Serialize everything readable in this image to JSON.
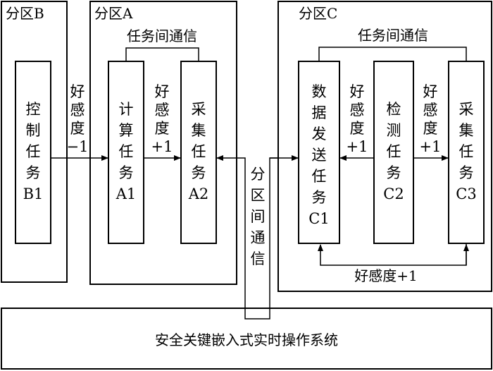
{
  "partitions": {
    "b": {
      "title": "分区B"
    },
    "a": {
      "title": "分区A"
    },
    "c": {
      "title": "分区C"
    }
  },
  "tasks": {
    "b1": {
      "lines": [
        "控",
        "制",
        "任",
        "务",
        "B1"
      ]
    },
    "a1": {
      "lines": [
        "计",
        "算",
        "任",
        "务",
        "A1"
      ]
    },
    "a2": {
      "lines": [
        "采",
        "集",
        "任",
        "务",
        "A2"
      ]
    },
    "c1": {
      "lines": [
        "数",
        "据",
        "发",
        "送",
        "任",
        "务",
        "C1"
      ]
    },
    "c2": {
      "lines": [
        "检",
        "测",
        "任",
        "务",
        "C2"
      ]
    },
    "c3": {
      "lines": [
        "采",
        "集",
        "任",
        "务",
        "C3"
      ]
    }
  },
  "edges": {
    "b1_a1": [
      "好",
      "感",
      "度",
      "−1"
    ],
    "a1_a2": [
      "好",
      "感",
      "度",
      "+1"
    ],
    "c2_c1": [
      "好",
      "感",
      "度",
      "+1"
    ],
    "c2_c3": [
      "好",
      "感",
      "度",
      "+1"
    ],
    "c3_c1": "好感度+1",
    "comm_a": "任务间通信",
    "comm_c": "任务间通信",
    "inter_partition": [
      "分",
      "区",
      "间",
      "通",
      "信"
    ]
  },
  "os": {
    "title": "安全关键嵌入式实时操作系统"
  }
}
